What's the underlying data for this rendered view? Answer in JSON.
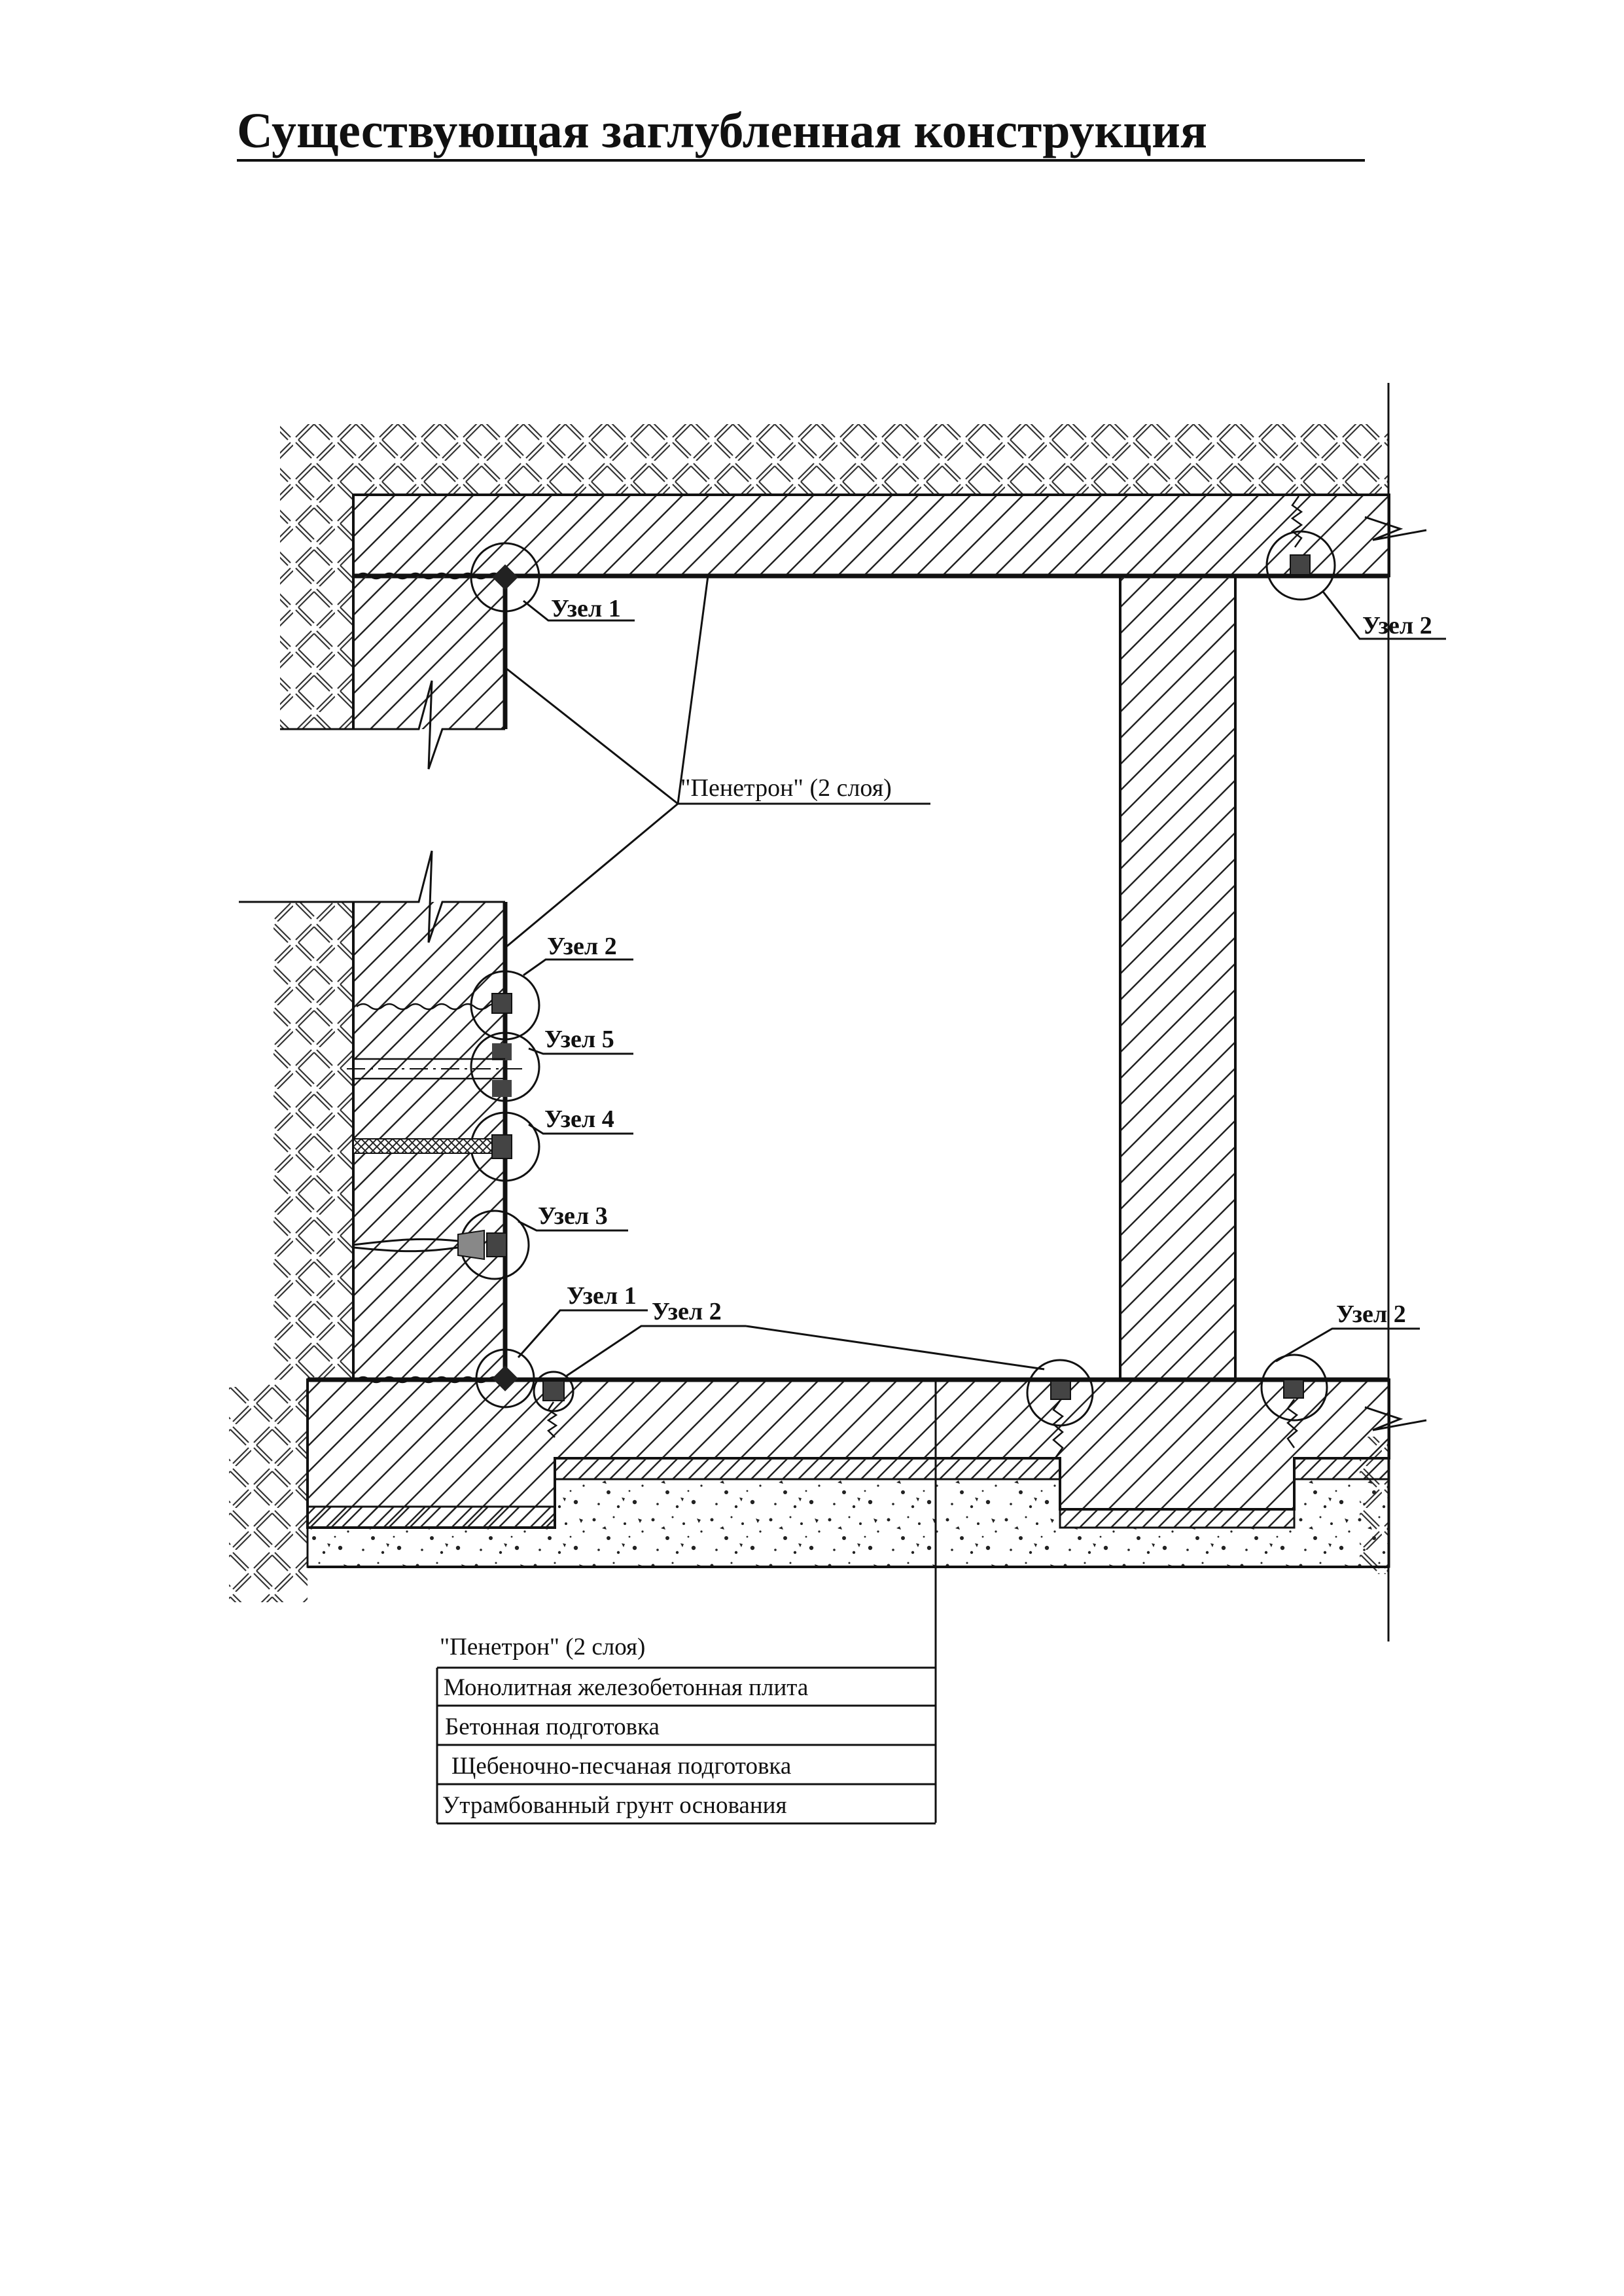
{
  "title": "Существующая заглубленная конструкция",
  "callouts": {
    "node1_top": "Узел 1",
    "node2_top": "Узел 2",
    "node2_wall": "Узел 2",
    "node5": "Узел 5",
    "node4": "Узел 4",
    "node3": "Узел 3",
    "node1_bottom": "Узел 1",
    "node2_floor": "Узел 2",
    "node2_right": "Узел 2"
  },
  "coating_note": "\"Пенетрон\" (2 слоя)",
  "legend": [
    "\"Пенетрон\" (2 слоя)",
    "Монолитная железобетонная плита",
    "Бетонная подготовка",
    "Щебеночно-песчаная подготовка",
    "Утрамбованный грунт основания"
  ],
  "colors": {
    "ink": "#111111",
    "paper": "#ffffff",
    "joint": "#333333"
  }
}
